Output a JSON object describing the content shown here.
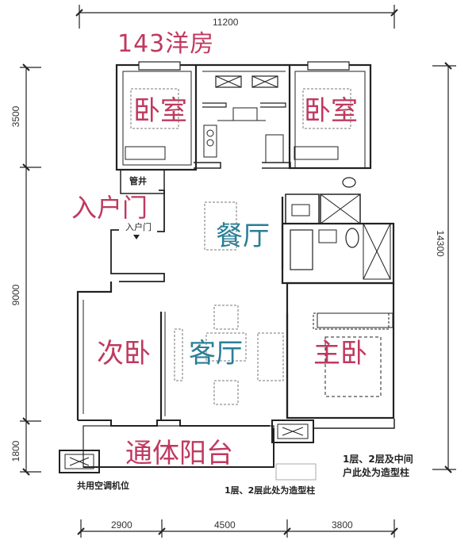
{
  "title": "143洋房",
  "dimensions": {
    "top_total": "11200",
    "left": [
      "3500",
      "9000",
      "1800"
    ],
    "right_total": "14300",
    "bottom": [
      "2900",
      "4500",
      "3800"
    ]
  },
  "rooms": {
    "bedroom_left": "卧室",
    "bedroom_right": "卧室",
    "entry_door_label": "入户门",
    "entry_door_small": "入户门",
    "pipe_shaft": "管井",
    "dining": "餐厅",
    "living": "客厅",
    "second_bedroom": "次卧",
    "master_bedroom": "主卧",
    "balcony": "通体阳台"
  },
  "notes": {
    "ac_unit": "共用空调机位",
    "column_note_bottom": "1层、2层此处为造型柱",
    "column_note_right_line1": "1层、2层及中间",
    "column_note_right_line2": "户此处为造型柱"
  },
  "colors": {
    "label_red": "#c0395f",
    "label_teal": "#2a7f96",
    "wall": "#222222"
  }
}
